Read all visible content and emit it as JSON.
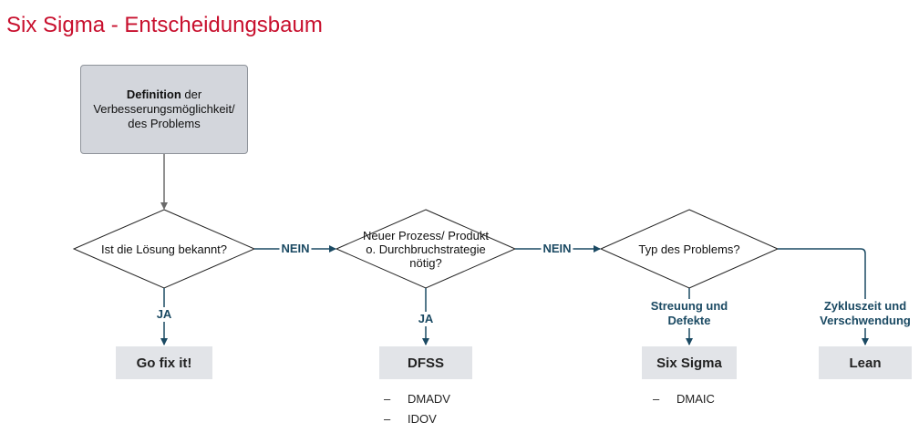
{
  "title": "Six Sigma - Entscheidungsbaum",
  "start": {
    "bold": "Definition",
    "rest": " der Verbesserungsmöglichkeit/ des Problems"
  },
  "decisions": {
    "d1": "Ist die Lösung bekannt?",
    "d2": "Neuer Prozess/ Produkt o. Durchbruchstrategie nötig?",
    "d3": "Typ des Problems?"
  },
  "edge_labels": {
    "d1_no": "NEIN",
    "d1_yes": "JA",
    "d2_no": "NEIN",
    "d2_yes": "JA",
    "d3_a": "Streuung und Defekte",
    "d3_b": "Zykluszeit und Verschwendung"
  },
  "outcomes": {
    "fix": "Go fix it!",
    "dfss": "DFSS",
    "sixsigma": "Six Sigma",
    "lean": "Lean"
  },
  "dfss_methods": [
    "DMADV",
    "IDOV"
  ],
  "sixsigma_methods": [
    "DMAIC"
  ],
  "bullet_dash": "–",
  "colors": {
    "title": "#c8102e",
    "connector": "#1b4a63",
    "start_arrow": "#6b6b6b"
  }
}
